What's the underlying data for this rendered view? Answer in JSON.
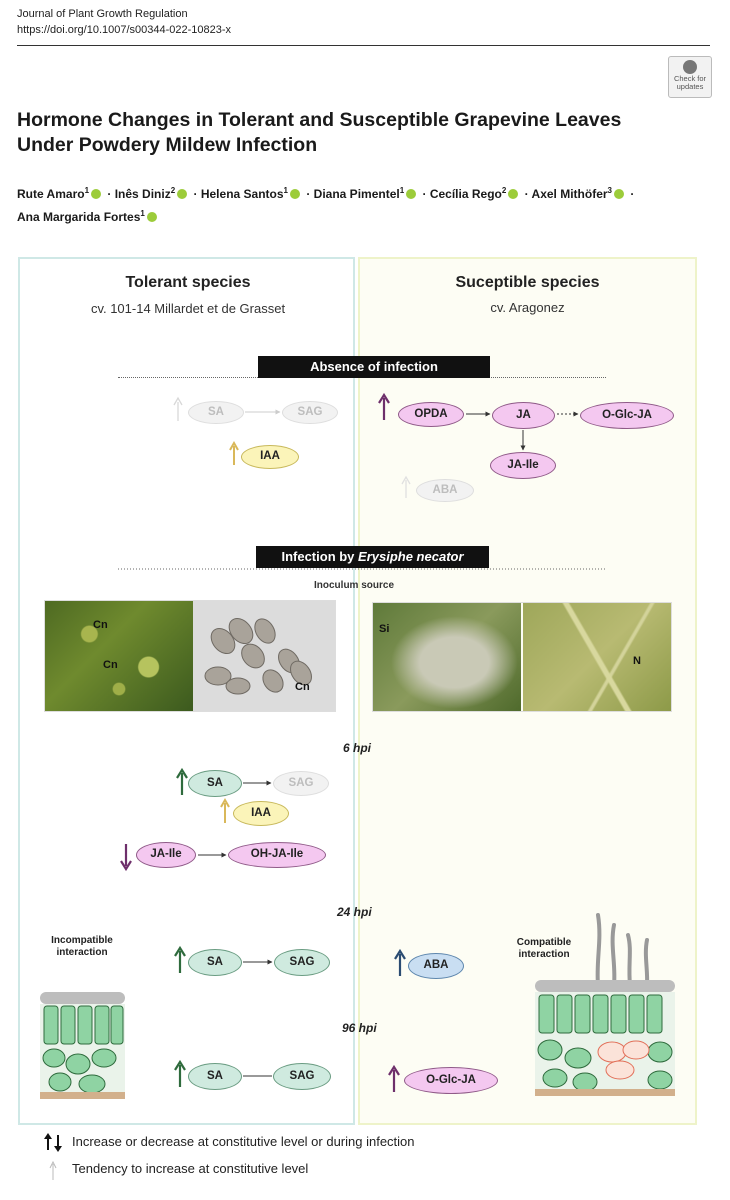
{
  "header": {
    "journal": "Journal of Plant Growth Regulation",
    "doi": "https://doi.org/10.1007/s00344-022-10823-x",
    "check_updates_line1": "Check for",
    "check_updates_line2": "updates"
  },
  "article": {
    "title": "Hormone Changes in Tolerant and Susceptible Grapevine Leaves Under Powdery Mildew Infection",
    "authors": [
      {
        "name": "Rute Amaro",
        "aff": "1"
      },
      {
        "name": "Inês Diniz",
        "aff": "2"
      },
      {
        "name": "Helena Santos",
        "aff": "1"
      },
      {
        "name": "Diana Pimentel",
        "aff": "1"
      },
      {
        "name": "Cecília Rego",
        "aff": "2"
      },
      {
        "name": "Axel Mithöfer",
        "aff": "3"
      },
      {
        "name": "Ana Margarida Fortes",
        "aff": "1"
      }
    ]
  },
  "figure": {
    "tolerant": {
      "title": "Tolerant species",
      "subtitle": "cv. 101-14 Millardet et de Grasset"
    },
    "susceptible": {
      "title": "Suceptible species",
      "subtitle": "cv. Aragonez"
    },
    "banner_absence": "Absence of infection",
    "banner_infection_prefix": "Infection by ",
    "banner_infection_species": "Erysiphe necator",
    "inoculum_label": "Inoculum source",
    "photo_labels": {
      "cn": "Cn",
      "si": "Si",
      "n": "N"
    },
    "timepoints": {
      "t6": "6 hpi",
      "t24": "24 hpi",
      "t96": "96 hpi"
    },
    "incompatible": "Incompatible interaction",
    "compatible": "Compatible interaction",
    "nodes": {
      "sa": "SA",
      "sag": "SAG",
      "iaa": "IAA",
      "opda": "OPDA",
      "ja": "JA",
      "oglcja": "O-Glc-JA",
      "jaile": "JA-Ile",
      "aba": "ABA",
      "ohjaile": "OH-JA-Ile"
    },
    "colors": {
      "green": "#cfeadf",
      "pink": "#f4c8f0",
      "yellow": "#fbf4b9",
      "blue": "#c9def2",
      "faded": "#f2f2f2"
    }
  },
  "legend": {
    "line1": "Increase or decrease at constitutive level or during infection",
    "line2": "Tendency to increase at constitutive level"
  }
}
